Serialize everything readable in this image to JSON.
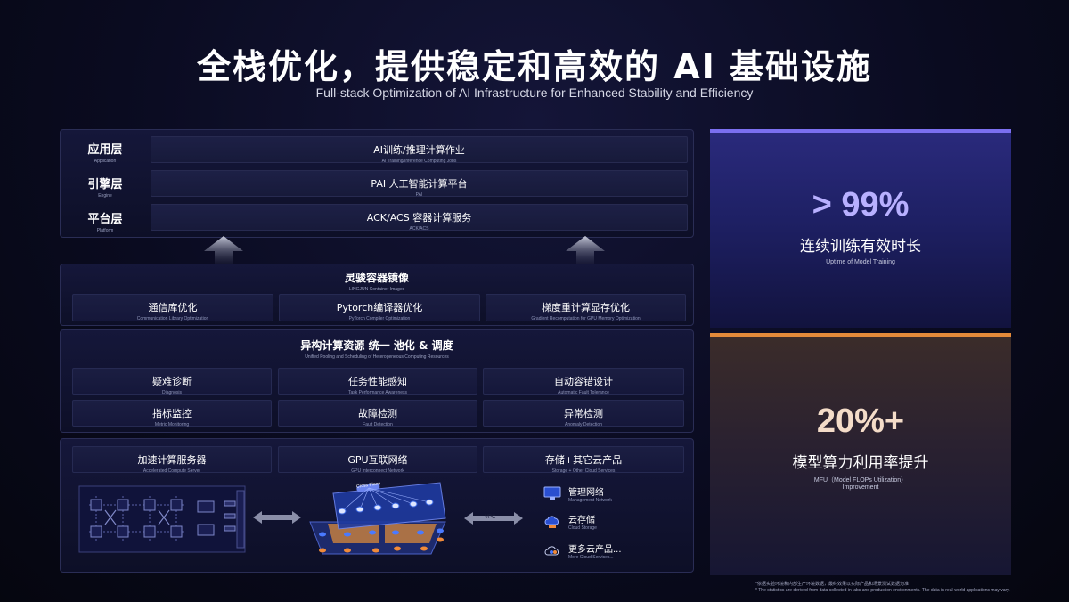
{
  "title": "全栈优化，提供稳定和高效的 AI 基础设施",
  "subtitle": "Full-stack Optimization of AI Infrastructure for Enhanced Stability and Efficiency",
  "layers": [
    {
      "cn": "应用层",
      "en": "Application",
      "bar_cn": "AI训练/推理计算作业",
      "bar_en": "AI Training/Inference Computing Jobs"
    },
    {
      "cn": "引擎层",
      "en": "Engine",
      "bar_cn": "PAI  人工智能计算平台",
      "bar_en": "PAI"
    },
    {
      "cn": "平台层",
      "en": "Platform",
      "bar_cn": "ACK/ACS 容器计算服务",
      "bar_en": "ACK/ACS"
    }
  ],
  "container": {
    "title_cn": "灵骏容器镜像",
    "title_en": "LINGJUN Container Images",
    "items": [
      {
        "cn": "通信库优化",
        "en": "Communication Library Optimization"
      },
      {
        "cn": "Pytorch编译器优化",
        "en": "PyTorch Compiler Optimization"
      },
      {
        "cn": "梯度重计算显存优化",
        "en": "Gradient Recomputation for GPU Memory Optimization"
      }
    ]
  },
  "hetero": {
    "title_cn": "异构计算资源 统一 池化 & 调度",
    "title_en": "Unified Pooling and Scheduling of Heterogeneous Computing Resources",
    "items": [
      {
        "cn": "疑难诊断",
        "en": "Diagnosis"
      },
      {
        "cn": "任务性能感知",
        "en": "Task Performance Awareness"
      },
      {
        "cn": "自动容错设计",
        "en": "Automatic Fault Tolerance"
      },
      {
        "cn": "指标监控",
        "en": "Metric Monitoring"
      },
      {
        "cn": "故障检测",
        "en": "Fault Detection"
      },
      {
        "cn": "异常检测",
        "en": "Anomaly Detection"
      }
    ]
  },
  "infra": {
    "items": [
      {
        "cn": "加速计算服务器",
        "en": "Accelerated Compute Server"
      },
      {
        "cn": "GPU互联网络",
        "en": "GPU Interconnect Network"
      },
      {
        "cn": "存储+其它云产品",
        "en": "Storage + Other Cloud Services"
      }
    ],
    "cross_plane": "Cross Plane",
    "vpc": "VPC",
    "legend": [
      {
        "cn": "管理网络",
        "en": "Management Network",
        "icon": "monitor-icon"
      },
      {
        "cn": "云存储",
        "en": "Cloud Storage",
        "icon": "cloud-storage-icon"
      },
      {
        "cn": "更多云产品...",
        "en": "More Cloud Services...",
        "icon": "cloud-services-icon"
      }
    ]
  },
  "stats": [
    {
      "value": "> 99%",
      "cn": "连续训练有效时长",
      "en": "Uptime of Model Training",
      "color": "#b8b0ff"
    },
    {
      "value": "20%+",
      "cn": "模型算力利用率提升",
      "en": "MFU（Model FLOPs Utilization）Improvement",
      "color": "#f4dcc8"
    }
  ],
  "footnote": {
    "line1": "*依据实验环境和内部生产环境数据，最终效果以实际产品和场景测试数据为准",
    "line2": "* The statistics are derived from data collected in labs and production environments. The data in real-world applications may vary."
  },
  "colors": {
    "accent_purple": "#7b6ff0",
    "accent_orange": "#e38a3a",
    "node_blue": "#3a66e0",
    "node_orange": "#f08a3a"
  }
}
